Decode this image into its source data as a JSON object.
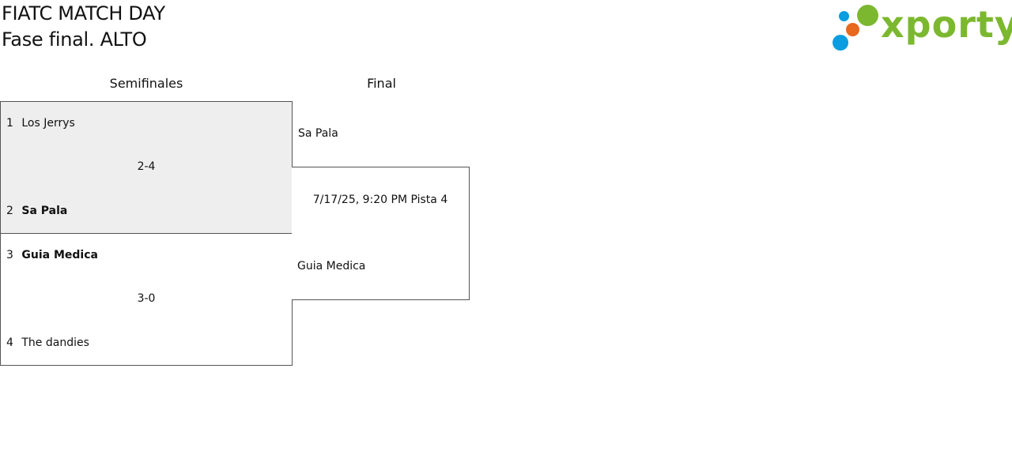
{
  "header": {
    "event_title": "FIATC MATCH DAY",
    "phase_title": "Fase final. ALTO"
  },
  "logo": {
    "text": "xporty",
    "colors": {
      "green": "#7cb82f",
      "orange": "#e8681e",
      "blue": "#0a9de0"
    }
  },
  "rounds": {
    "semifinal_label": "Semifinales",
    "final_label": "Final"
  },
  "semifinals": [
    {
      "team_a": {
        "seed": "1",
        "name": "Los Jerrys",
        "winner": false
      },
      "team_b": {
        "seed": "2",
        "name": "Sa Pala",
        "winner": true
      },
      "score": "2-4"
    },
    {
      "team_a": {
        "seed": "3",
        "name": "Guia Medica",
        "winner": true
      },
      "team_b": {
        "seed": "4",
        "name": "The dandies",
        "winner": false
      },
      "score": "3-0"
    }
  ],
  "final": {
    "team_top": "Sa Pala",
    "schedule": "7/17/25, 9:20 PM Pista 4",
    "team_bottom": "Guia Medica"
  }
}
